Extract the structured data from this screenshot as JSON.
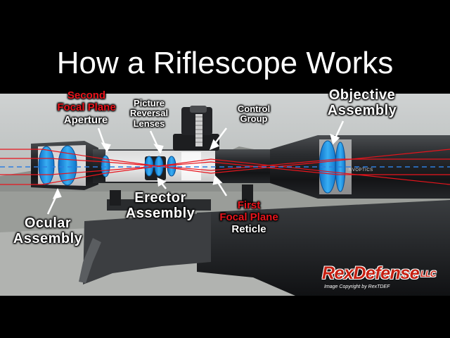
{
  "title": "How a Riflescope Works",
  "labels": {
    "second_focal_plane_line1": "Second",
    "second_focal_plane_line2": "Focal Plane",
    "aperture": "Aperture",
    "picture_reversal_line1": "Picture",
    "picture_reversal_line2": "Reversal",
    "picture_reversal_line3": "Lenses",
    "control_group_line1": "Control",
    "control_group_line2": "Group",
    "objective_line1": "Objective",
    "objective_line2": "Assembly",
    "erector_line1": "Erector",
    "erector_line2": "Assembly",
    "ocular_line1": "Ocular",
    "ocular_line2": "Assembly",
    "first_focal_plane_line1": "First",
    "first_focal_plane_line2": "Focal Plane",
    "reticle": "Reticle"
  },
  "brand": {
    "name": "RexDefense",
    "suffix": "LLC",
    "copyright": "Image Copyright by RexTDEF"
  },
  "scope_marking": "NVOPTICS",
  "colors": {
    "title_bg": "#000000",
    "title_text": "#ffffff",
    "label_red": "#e8141c",
    "lens_blue": "#1e9be8",
    "light_ray": "#e8141c",
    "optical_axis": "#2f7fe0"
  },
  "icons": [
    "arrow-icon",
    "lens-icon",
    "turret-icon",
    "rifle-icon",
    "scope-icon"
  ]
}
